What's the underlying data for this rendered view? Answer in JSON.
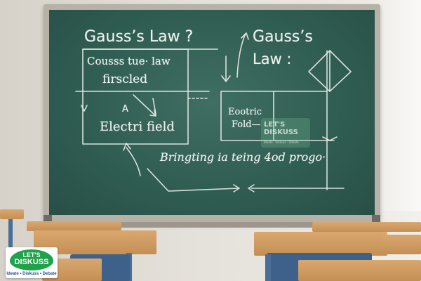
{
  "board": {
    "title_left": "Gauss’s Law ?",
    "title_right": "Gauss’s",
    "law_right": "Law :",
    "box_line1": "Cousss tue· law",
    "box_line2": "firscled",
    "a_label": "A",
    "electric_field": "Electri field",
    "small_box_line1": "Eootric",
    "small_box_line2": "Fold—",
    "bottom_text": "Bringting ia teing 4od progo·"
  },
  "watermark": {
    "title": "LET'S DISKUSS",
    "subtitle": "Ideate · Diskuss · Debate"
  },
  "logo": {
    "line1": "LET'S",
    "line2": "DISKUSS",
    "tagline": "Ideate • Diskuss • Debate",
    "color": "#1ea34a"
  }
}
